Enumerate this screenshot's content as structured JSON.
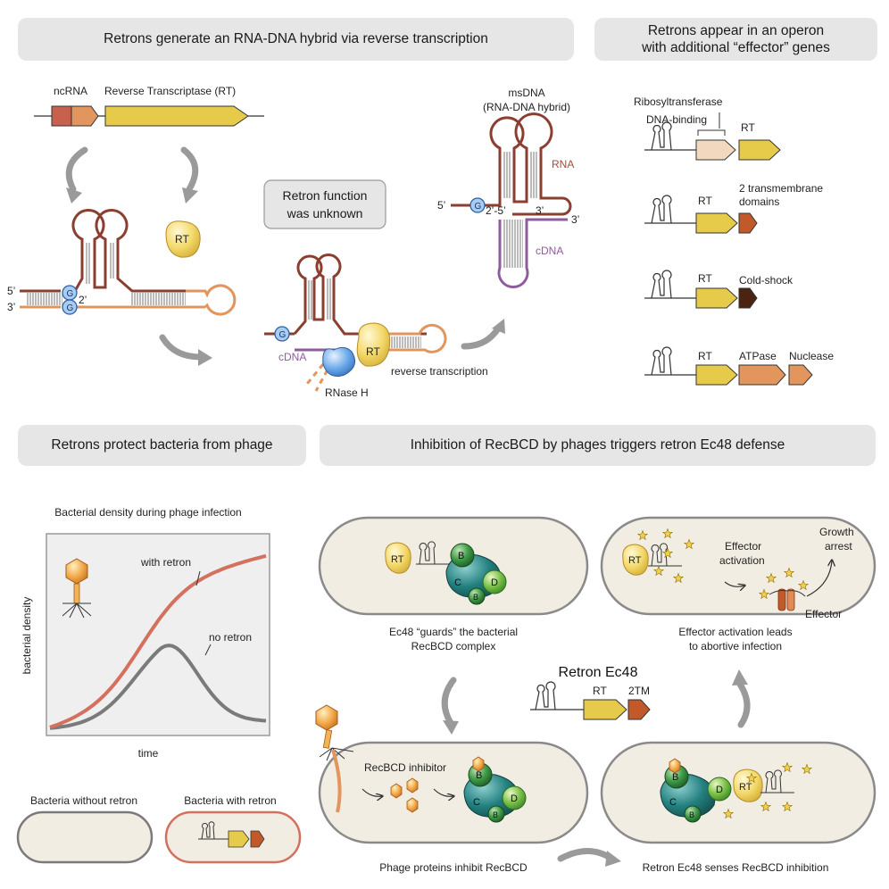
{
  "headers": {
    "h1": "Retrons generate an RNA-DNA hybrid via reverse transcription",
    "h2_line1": "Retrons appear in an operon",
    "h2_line2": "with additional “effector” genes",
    "h3": "Retrons protect bacteria from phage",
    "h4": "Inhibition of RecBCD by phages triggers retron Ec48 defense"
  },
  "top_left": {
    "ncrna": "ncRNA",
    "rt_gene": "Reverse Transcriptase (RT)",
    "rt": "RT",
    "five_prime": "5’",
    "three_prime": "3’",
    "two_prime": "2’",
    "g": "G"
  },
  "unknown_box": {
    "line1": "Retron function",
    "line2": "was unknown"
  },
  "middle": {
    "cdna": "cDNA",
    "rnase": "RNase H",
    "rt": "RT",
    "rt_label": "reverse transcription",
    "g": "G"
  },
  "msdna": {
    "title1": "msDNA",
    "title2": "(RNA-DNA  hybrid)",
    "rna": "RNA",
    "cdna": "cDNA",
    "five": "5’",
    "link": "2’-5’",
    "three_a": "3’",
    "three_b": "3’",
    "g": "G"
  },
  "operons": {
    "o1_ribo": "Ribosyltransferase",
    "o1_dna": "DNA-binding",
    "o1_rt": "RT",
    "o2_rt": "RT",
    "o2_eff1": "2 transmembrane",
    "o2_eff2": "domains",
    "o3_rt": "RT",
    "o3_eff": "Cold-shock",
    "o4_rt": "RT",
    "o4_atp": "ATPase",
    "o4_nuc": "Nuclease"
  },
  "chart_data": {
    "type": "line",
    "title": "Bacterial density during phage infection",
    "xlabel": "time",
    "ylabel": "bacterial density",
    "series": [
      {
        "name": "with retron",
        "color": "#d4705e"
      },
      {
        "name": "no retron",
        "color": "#7a7a7a"
      }
    ]
  },
  "legend": {
    "without": "Bacteria without retron",
    "with": "Bacteria with retron"
  },
  "ec48": {
    "title": "Retron Ec48",
    "rt": "RT",
    "tm": "2TM",
    "cell1_caption1": "Ec48 “guards” the bacterial",
    "cell1_caption2": "RecBCD complex",
    "cell2_effector_act1": "Effector",
    "cell2_effector_act2": "activation",
    "cell2_growth1": "Growth",
    "cell2_growth2": "arrest",
    "cell2_effector": "Effector",
    "cell2_caption1": "Effector activation leads",
    "cell2_caption2": "to abortive infection",
    "cell3_inhibitor": "RecBCD inhibitor",
    "cell3_caption": "Phage proteins inhibit RecBCD",
    "cell4_caption": "Retron Ec48 senses RecBCD inhibition",
    "b": "B",
    "c": "C",
    "d": "D",
    "rt_blob": "RT"
  }
}
